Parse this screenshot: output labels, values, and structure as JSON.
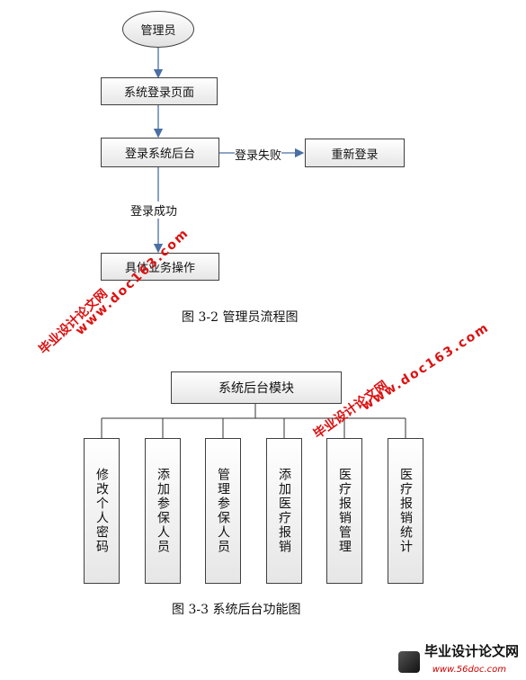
{
  "flow": {
    "start": "管理员",
    "login_page": "系统登录页面",
    "login_backend": "登录系统后台",
    "fail_label": "登录失败",
    "relogin": "重新登录",
    "success_label": "登录成功",
    "operations": "具体业务操作",
    "caption": "图  3-2  管理员流程图"
  },
  "modules": {
    "root": "系统后台模块",
    "children": [
      "修改个人密码",
      "添加参保人员",
      "管理参保人员",
      "添加医疗报销",
      "医疗报销管理",
      "医疗报销统计"
    ],
    "caption": "图  3-3  系统后台功能图"
  },
  "watermarks": {
    "site": "毕业设计论文网",
    "url": "www.doc163.com"
  },
  "footer": {
    "title": "毕业设计论文网",
    "url": "www.56doc.com"
  }
}
